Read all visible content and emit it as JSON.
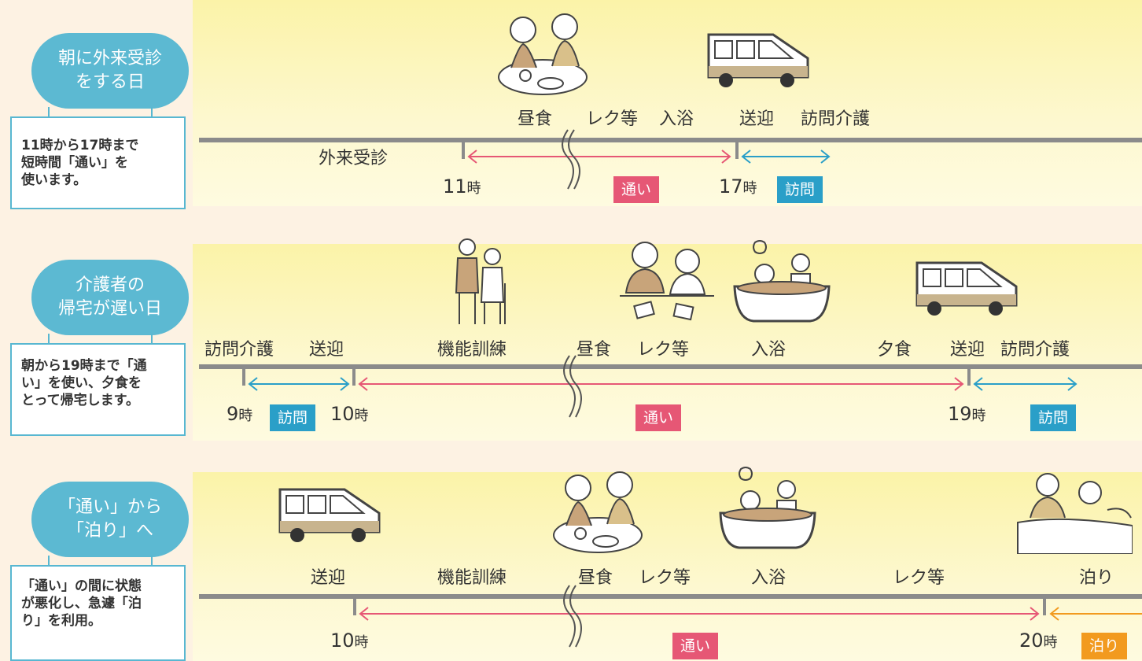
{
  "rows": [
    {
      "pill": [
        "朝に外来受診",
        "をする日"
      ],
      "desc": [
        "11時から17時まで",
        "短時間「通い」を",
        "使います。"
      ],
      "activities": [
        "昼食",
        "レク等",
        "入浴",
        "送迎",
        "訪問介護"
      ],
      "pre_label": "外来受診",
      "hours": [
        {
          "n": "11",
          "u": "時"
        },
        {
          "n": "17",
          "u": "時"
        }
      ],
      "badges": [
        "通い",
        "訪問"
      ]
    },
    {
      "pill": [
        "介護者の",
        "帰宅が遅い日"
      ],
      "desc": [
        "朝から19時まで「通",
        "い」を使い、夕食を",
        "とって帰宅します。"
      ],
      "activities": [
        "訪問介護",
        "送迎",
        "機能訓練",
        "昼食",
        "レク等",
        "入浴",
        "夕食",
        "送迎",
        "訪問介護"
      ],
      "hours": [
        {
          "n": "9",
          "u": "時"
        },
        {
          "n": "10",
          "u": "時"
        },
        {
          "n": "19",
          "u": "時"
        }
      ],
      "badges": [
        "訪問",
        "通い",
        "訪問"
      ]
    },
    {
      "pill": [
        "「通い」から",
        "「泊り」へ"
      ],
      "desc": [
        "「通い」の間に状態",
        "が悪化し、急遽「泊",
        "り」を利用。"
      ],
      "activities": [
        "送迎",
        "機能訓練",
        "昼食",
        "レク等",
        "入浴",
        "レク等",
        "泊り"
      ],
      "hours": [
        {
          "n": "10",
          "u": "時"
        },
        {
          "n": "20",
          "u": "時"
        }
      ],
      "badges": [
        "通い",
        "泊り"
      ]
    }
  ],
  "colors": {
    "accent_blue": "#5cb9d2",
    "kayoi": "#e65775",
    "houmon": "#2a9fc8",
    "tomari": "#f29a1f",
    "band": "#fbf3a8"
  },
  "icons": [
    "meal-icon",
    "van-icon",
    "walking-training-icon",
    "recreation-icon",
    "bath-icon",
    "bed-icon"
  ]
}
